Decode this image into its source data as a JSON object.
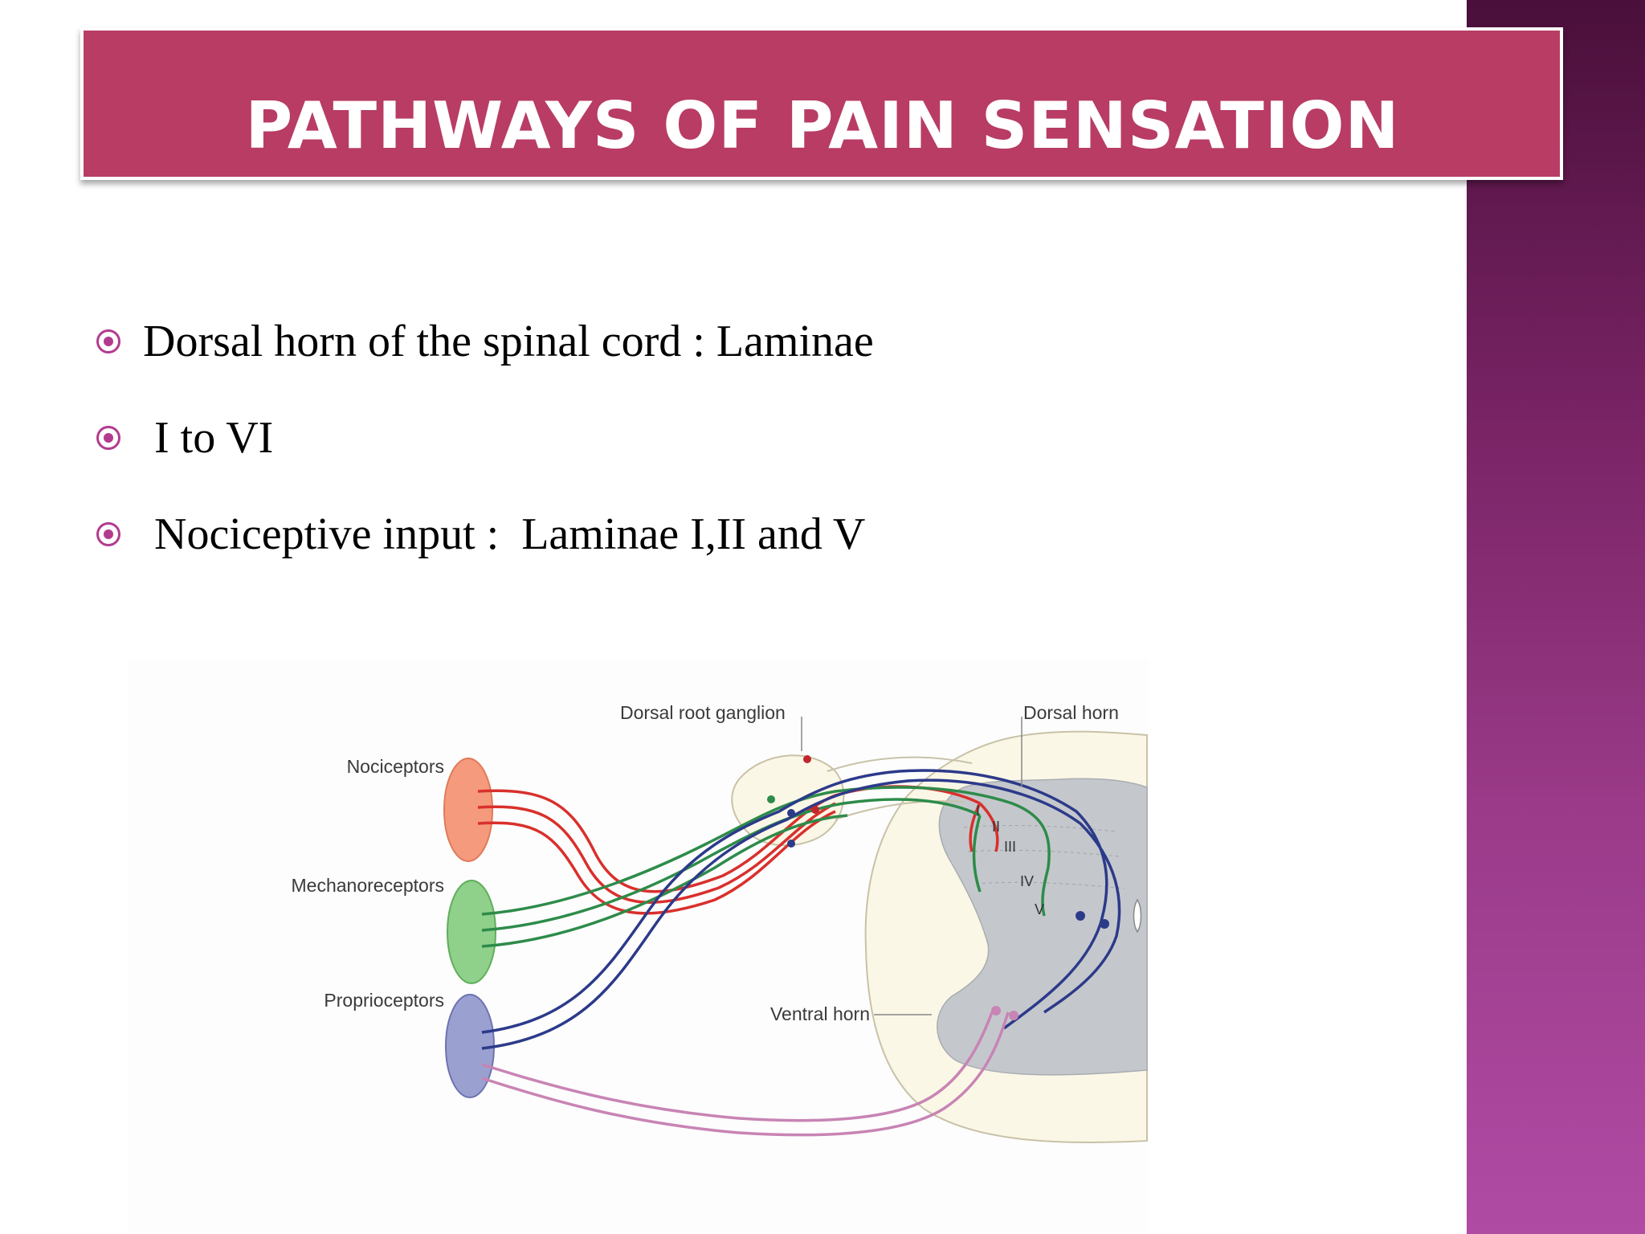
{
  "slide": {
    "title": "PATHWAYS OF PAIN SENSATION",
    "bullets": [
      {
        "text": "Dorsal horn of the spinal cord : Laminae"
      },
      {
        "text": " I to VI"
      },
      {
        "text": " Nociceptive input :  Laminae I,II and V"
      }
    ]
  },
  "diagram": {
    "labels": {
      "dorsal_root_ganglion": "Dorsal root ganglion",
      "dorsal_horn": "Dorsal horn",
      "nociceptors": "Nociceptors",
      "mechanoreceptors": "Mechanoreceptors",
      "proprioceptors": "Proprioceptors",
      "ventral_horn": "Ventral horn"
    },
    "laminae": [
      "I",
      "II",
      "III",
      "IV",
      "V"
    ],
    "colors": {
      "nociceptor_fiber": "#d9302c",
      "mechanoreceptor_fiber": "#2e8b4a",
      "proprioceptor_fiber": "#2c3a8a",
      "motor_fiber": "#c884b4",
      "title_bar": "#b83c64",
      "bullet_mark": "#b33b8f"
    }
  }
}
